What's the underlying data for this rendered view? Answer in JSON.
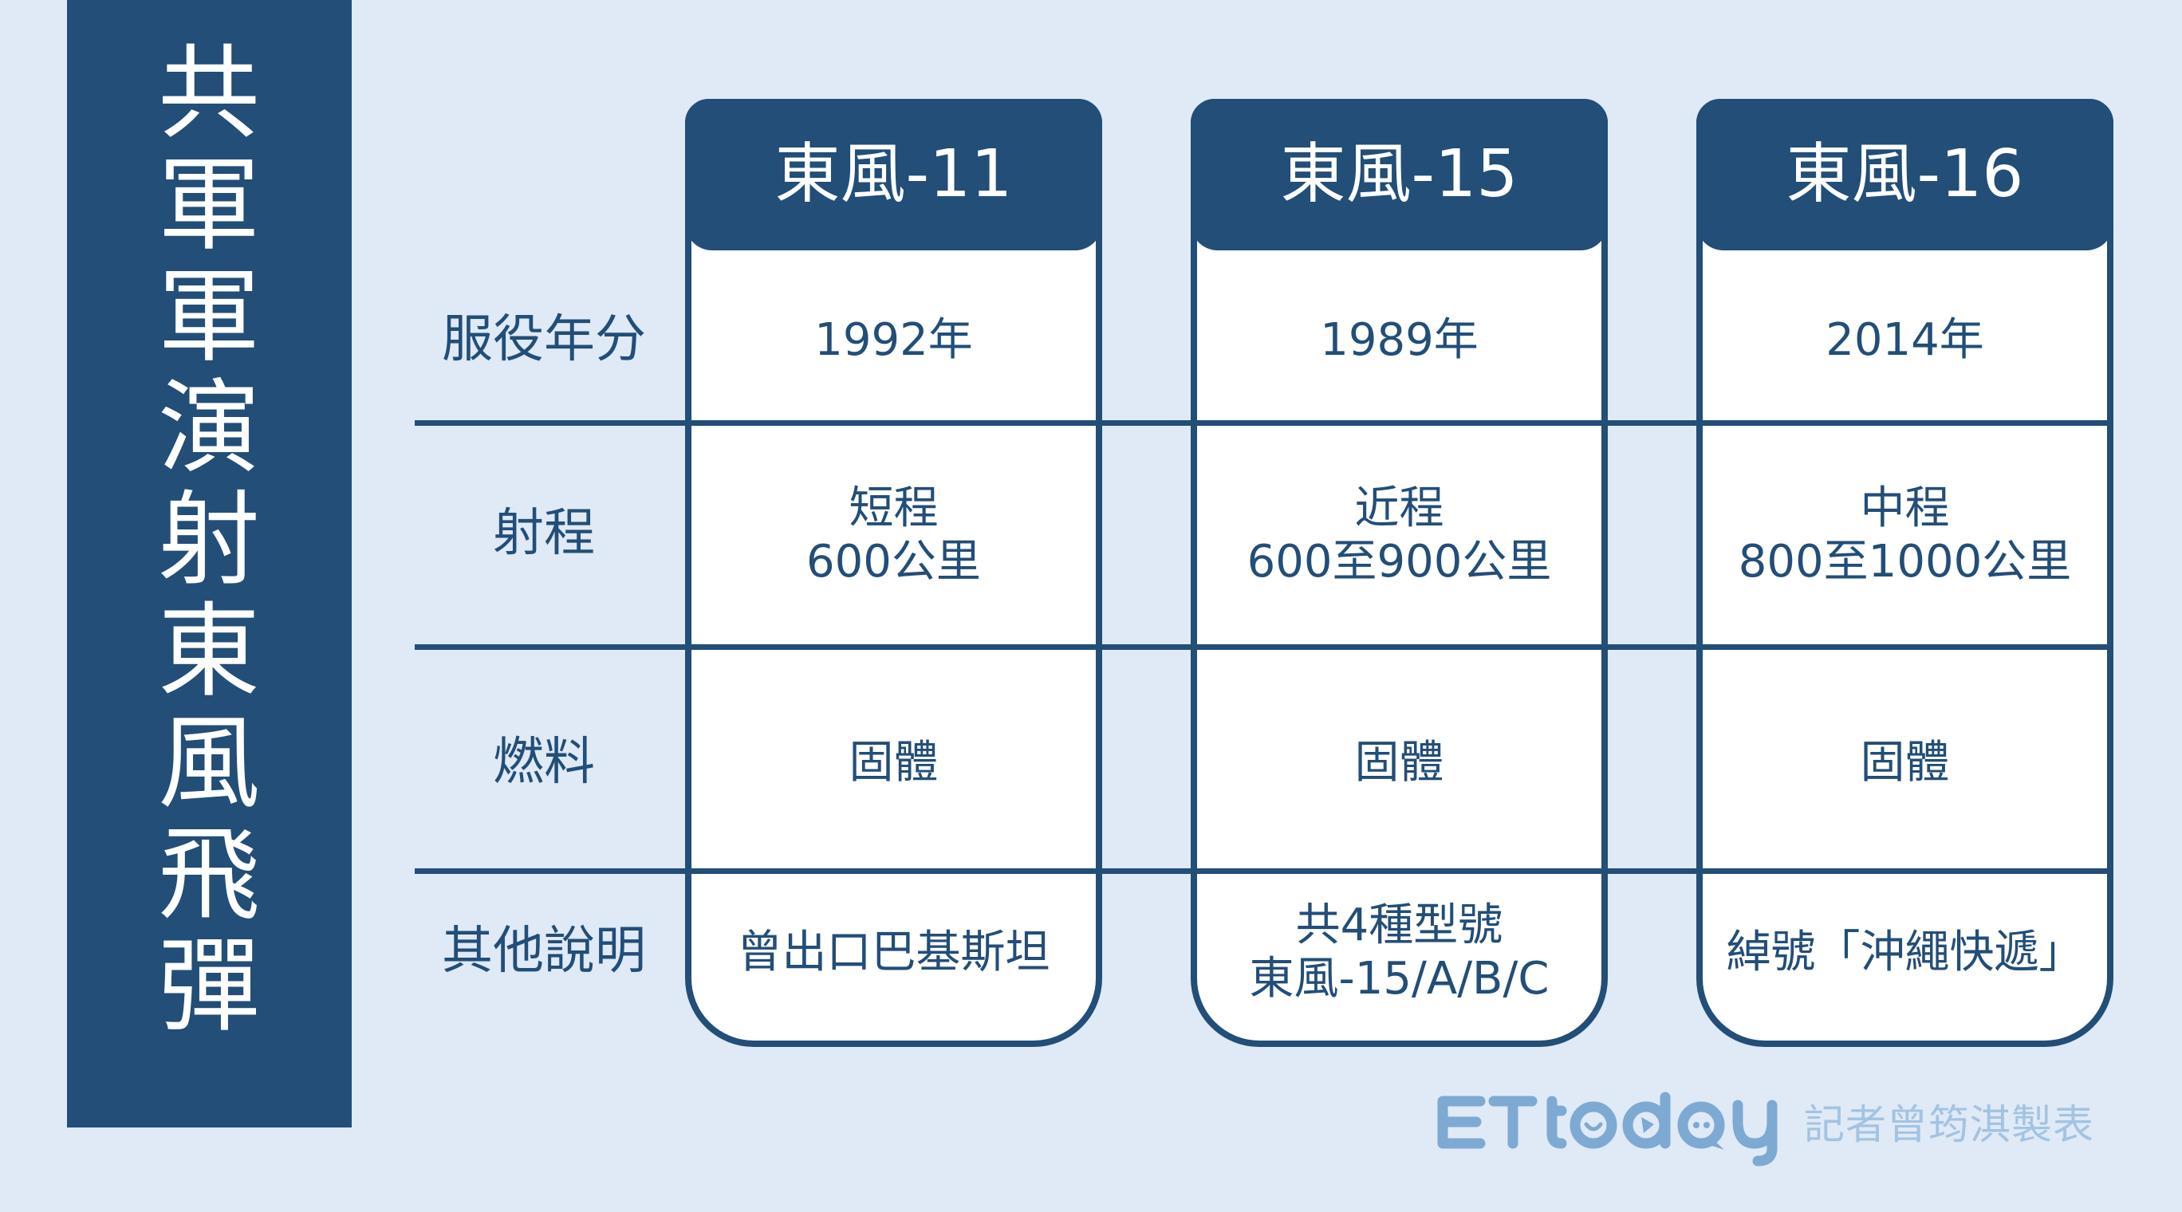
{
  "title": "共軍軍演射東風飛彈",
  "row_labels": [
    "服役年分",
    "射程",
    "燃料",
    "其他說明"
  ],
  "missiles": [
    {
      "name": "東風-11",
      "service_year": "1992年",
      "range_class": "短程",
      "range": "600公里",
      "fuel": "固體",
      "notes": [
        "曾出口巴基斯坦"
      ]
    },
    {
      "name": "東風-15",
      "service_year": "1989年",
      "range_class": "近程",
      "range": "600至900公里",
      "fuel": "固體",
      "notes": [
        "共4種型號",
        "東風-15/A/B/C"
      ]
    },
    {
      "name": "東風-16",
      "service_year": "2014年",
      "range_class": "中程",
      "range": "800至1000公里",
      "fuel": "固體",
      "notes": [
        "綽號「沖繩快遞」"
      ]
    }
  ],
  "footer": {
    "logo_text": "ETtoday",
    "credit": "記者曾筠淇製表"
  },
  "colors": {
    "primary": "#224e78",
    "background": "#dfeaf6",
    "card": "#ffffff",
    "logo": "#7ea9d2",
    "credit": "#a3c3e2"
  },
  "chart_data": {
    "type": "table",
    "title": "共軍軍演射東風飛彈",
    "columns": [
      "",
      "東風-11",
      "東風-15",
      "東風-16"
    ],
    "rows": [
      [
        "服役年分",
        "1992年",
        "1989年",
        "2014年"
      ],
      [
        "射程",
        "短程 600公里",
        "近程 600至900公里",
        "中程 800至1000公里"
      ],
      [
        "燃料",
        "固體",
        "固體",
        "固體"
      ],
      [
        "其他說明",
        "曾出口巴基斯坦",
        "共4種型號 東風-15/A/B/C",
        "綽號「沖繩快遞」"
      ]
    ]
  }
}
